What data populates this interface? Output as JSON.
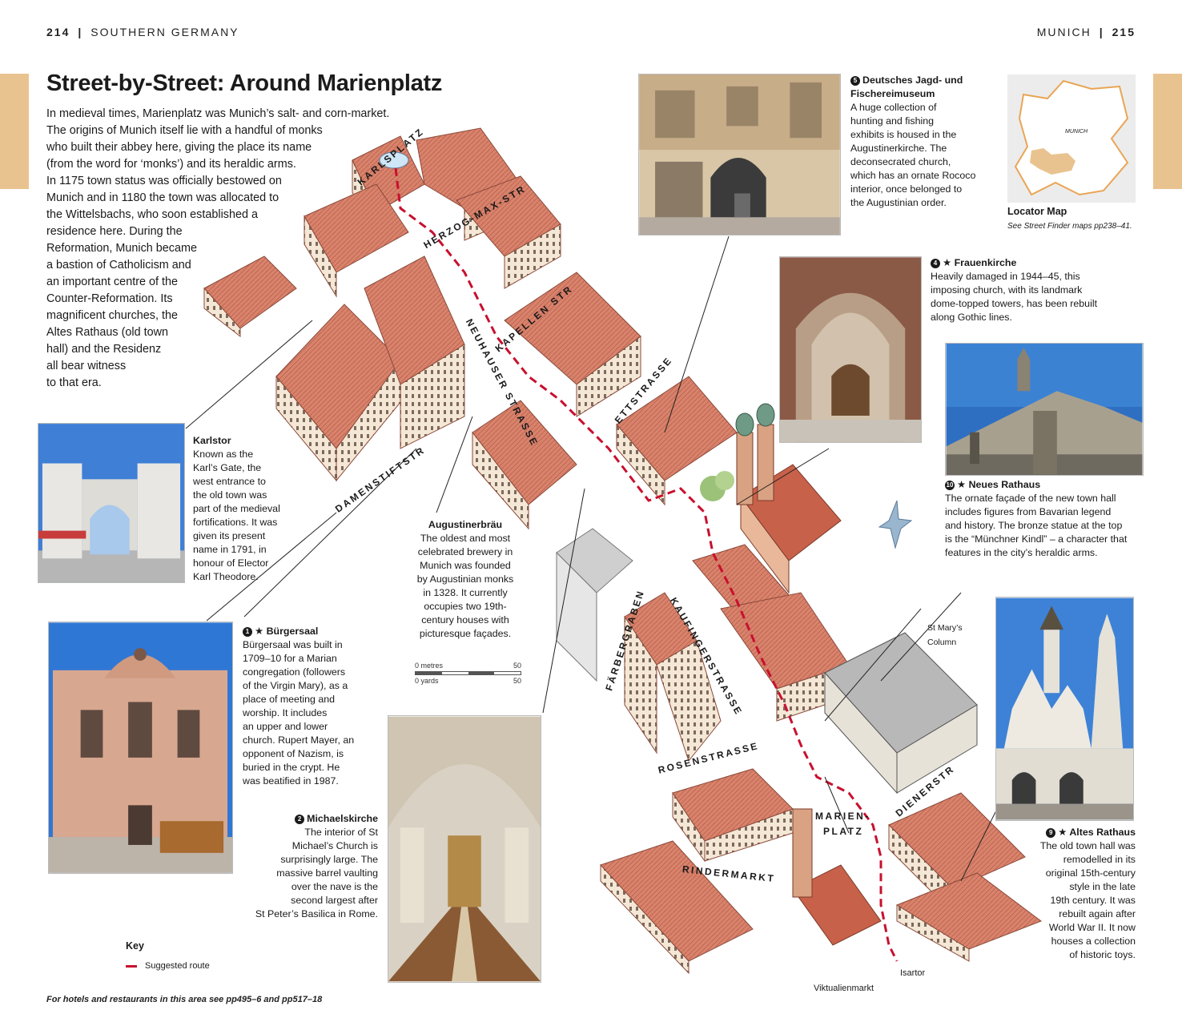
{
  "header": {
    "left_page_number": "214",
    "left_section": "SOUTHERN GERMANY",
    "right_section": "MUNICH",
    "right_page_number": "215"
  },
  "title": "Street-by-Street: Around Marienplatz",
  "intro_lines": [
    "In medieval times, Marienplatz was Munich’s salt- and corn-market.",
    "The origins of Munich itself lie with a handful of monks",
    "who built their abbey here, giving the place its name",
    "(from the word for ‘monks’) and its heraldic arms.",
    "In 1175 town status was officially bestowed on",
    "Munich and in 1180 the town was allocated to",
    "the Wittelsbachs, who soon established a",
    "residence here. During the",
    "Reformation, Munich became",
    "a bastion of Catholicism and",
    "an important centre of the",
    "Counter-Reformation. Its",
    "magnificent churches, the",
    "Altes Rathaus (old town",
    "hall) and the Residenz",
    "all bear witness",
    "to that era."
  ],
  "captions": {
    "deutsches": {
      "number": "5",
      "title_lines": [
        "Deutsches Jagd- und",
        "Fischereimuseum"
      ],
      "text_lines": [
        "A huge collection of",
        "hunting and fishing",
        "exhibits is housed in the",
        "Augustinerkirche. The",
        "deconsecrated church,",
        "which has an ornate Rococo",
        "interior, once belonged to",
        "the Augustinian order."
      ]
    },
    "locator": {
      "title": "Locator Map",
      "text": "See Street Finder maps pp238–41.",
      "map_label": "MUNICH"
    },
    "frauenkirche": {
      "number": "4",
      "star": "★",
      "title": "Frauenkirche",
      "text_lines": [
        "Heavily damaged in 1944–45, this",
        "imposing church, with its landmark",
        "dome-topped towers, has been rebuilt",
        "along Gothic lines."
      ]
    },
    "neues_rathaus": {
      "number": "10",
      "star": "★",
      "title": "Neues Rathaus",
      "text_lines": [
        "The ornate façade of the new town hall",
        "includes figures from Bavarian legend",
        "and history. The bronze statue at the top",
        "is the “Münchner Kindl” – a character that",
        "features in the city’s heraldic arms."
      ]
    },
    "karlstor": {
      "title": "Karlstor",
      "text_lines": [
        "Known as the",
        "Karl’s Gate, the",
        "west entrance to",
        "the old town was",
        "part of the medieval",
        "fortifications. It was",
        "given its present",
        "name in 1791, in",
        "honour of Elector",
        "Karl Theodore."
      ]
    },
    "augustinerbrau": {
      "title": "Augustinerbräu",
      "text_lines": [
        "The oldest and most",
        "celebrated brewery in",
        "Munich was founded",
        "by Augustinian monks",
        "in 1328. It currently",
        "occupies two 19th-",
        "century houses with",
        "picturesque façades."
      ]
    },
    "burgersaal": {
      "number": "1",
      "star": "★",
      "title": "Bürgersaal",
      "text_lines": [
        "Bürgersaal was built in",
        "1709–10 for a Marian",
        "congregation (followers",
        "of the Virgin Mary), as a",
        "place of meeting and",
        "worship. It includes",
        "an upper and lower",
        "church. Rupert Mayer, an",
        "opponent of Nazism, is",
        "buried in the crypt. He",
        "was beatified in 1987."
      ]
    },
    "michaelskirche": {
      "number": "2",
      "title": "Michaelskirche",
      "text_lines": [
        "The interior of St",
        "Michael’s Church is",
        "surprisingly large. The",
        "massive barrel vaulting",
        "over the nave is the",
        "second largest after",
        "St Peter’s Basilica in Rome."
      ]
    },
    "altes_rathaus": {
      "number": "9",
      "star": "★",
      "title": "Altes Rathaus",
      "text_lines": [
        "The old town hall was",
        "remodelled in its",
        "original 15th-century",
        "style in the late",
        "19th century. It was",
        "rebuilt again after",
        "World War II. It now",
        "houses a collection",
        "of historic toys."
      ]
    }
  },
  "streets": {
    "karlsplatz": "KARLSPLATZ",
    "herzog": "HERZOG-MAX-STR",
    "kapellen": "KAPELLEN STR",
    "neuhauser": "NEUHAUSER STRASSE",
    "ettstrasse": "ETTSTRASSE",
    "damenstift": "DAMENSTIFTSTR",
    "farbergraben": "FÄRBERGRABEN",
    "kaufinger": "KAUFINGERSTRASSE",
    "rosenstrasse": "ROSENSTRASSE",
    "marienplatz_1": "MARIEN-",
    "marienplatz_2": "PLATZ",
    "dienerstr": "DIENERSTR",
    "rindermarkt": "RINDERMARKT"
  },
  "map_labels": {
    "st_marys_1": "St Mary’s",
    "st_marys_2": "Column",
    "isartor": "Isartor",
    "viktualienmarkt": "Viktualienmarkt"
  },
  "scale": {
    "metres_label": "0 metres",
    "metres_value": "50",
    "yards_label": "0 yards",
    "yards_value": "50"
  },
  "key": {
    "title": "Key",
    "item": "Suggested route"
  },
  "footer": "For hotels and restaurants in this area see pp495–6 and pp517–18",
  "colors": {
    "accent_tab": "#e9c38f",
    "route": "#c8102e",
    "roof": "#d9826c",
    "facade": "#f3e6d6"
  }
}
